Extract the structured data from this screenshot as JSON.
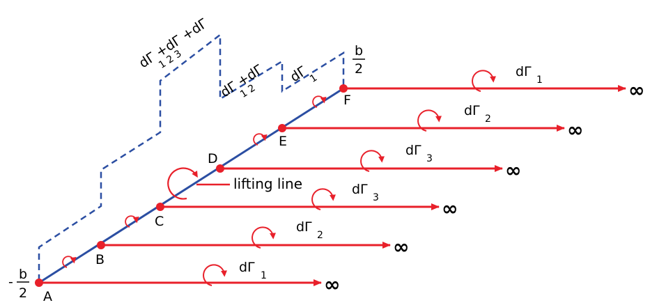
{
  "diagram": {
    "points": [
      "A",
      "B",
      "C",
      "D",
      "E",
      "F"
    ],
    "span_left": {
      "numerator": "b",
      "sign": "-",
      "denominator": "2"
    },
    "span_right": {
      "numerator": "b",
      "denominator": "2"
    },
    "lifting_line_label": "lifting line",
    "step_labels": [
      {
        "text": "dΓ",
        "sub": "1"
      },
      {
        "text": "dΓ +dΓ",
        "sub": "1 2"
      },
      {
        "text": "dΓ +dΓ +dΓ",
        "sub": "1 2 3"
      }
    ],
    "trailing_vortices": [
      {
        "from": "A",
        "gamma": "dΓ",
        "sub": "1",
        "end": "∞"
      },
      {
        "from": "B",
        "gamma": "dΓ",
        "sub": "2",
        "end": "∞"
      },
      {
        "from": "C",
        "gamma": "dΓ",
        "sub": "3",
        "end": "∞"
      },
      {
        "from": "D",
        "gamma": "dΓ",
        "sub": "3",
        "end": "∞"
      },
      {
        "from": "E",
        "gamma": "dΓ",
        "sub": "2",
        "end": "∞"
      },
      {
        "from": "F",
        "gamma": "dΓ",
        "sub": "1",
        "end": "∞"
      }
    ],
    "colors": {
      "vortex": "#e8202a",
      "line": "#2b4ea2",
      "text": "#000000"
    }
  }
}
